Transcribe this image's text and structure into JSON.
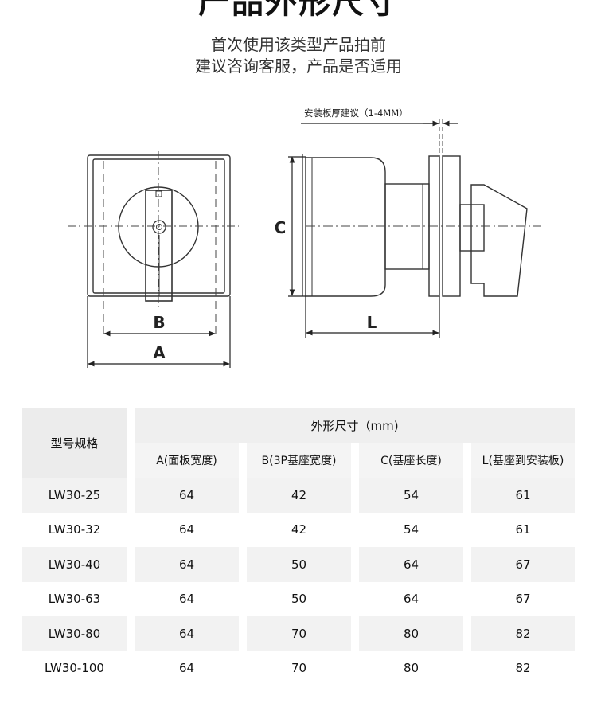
{
  "title": "产品外形尺寸",
  "subtitle_lines": [
    "首次使用该类型产品拍前",
    "建议咨询客服，产品是否适用"
  ],
  "drawing": {
    "label_a": "A",
    "label_b": "B",
    "label_c": "C",
    "label_l": "L",
    "panel_note": "安装板厚建议（1-4MM）"
  },
  "table": {
    "model_header": "型号规格",
    "group_header": "外形尺寸（mm)",
    "columns": [
      "A(面板宽度)",
      "B(3P基座宽度)",
      "C(基座长度)",
      "L(基座到安装板)"
    ],
    "rows": [
      {
        "model": "LW30-25",
        "a": "64",
        "b": "42",
        "c": "54",
        "l": "61"
      },
      {
        "model": "LW30-32",
        "a": "64",
        "b": "42",
        "c": "54",
        "l": "61"
      },
      {
        "model": "LW30-40",
        "a": "64",
        "b": "50",
        "c": "64",
        "l": "67"
      },
      {
        "model": "LW30-63",
        "a": "64",
        "b": "50",
        "c": "64",
        "l": "67"
      },
      {
        "model": "LW30-80",
        "a": "64",
        "b": "70",
        "c": "80",
        "l": "82"
      },
      {
        "model": "LW30-100",
        "a": "64",
        "b": "70",
        "c": "80",
        "l": "82"
      }
    ]
  }
}
